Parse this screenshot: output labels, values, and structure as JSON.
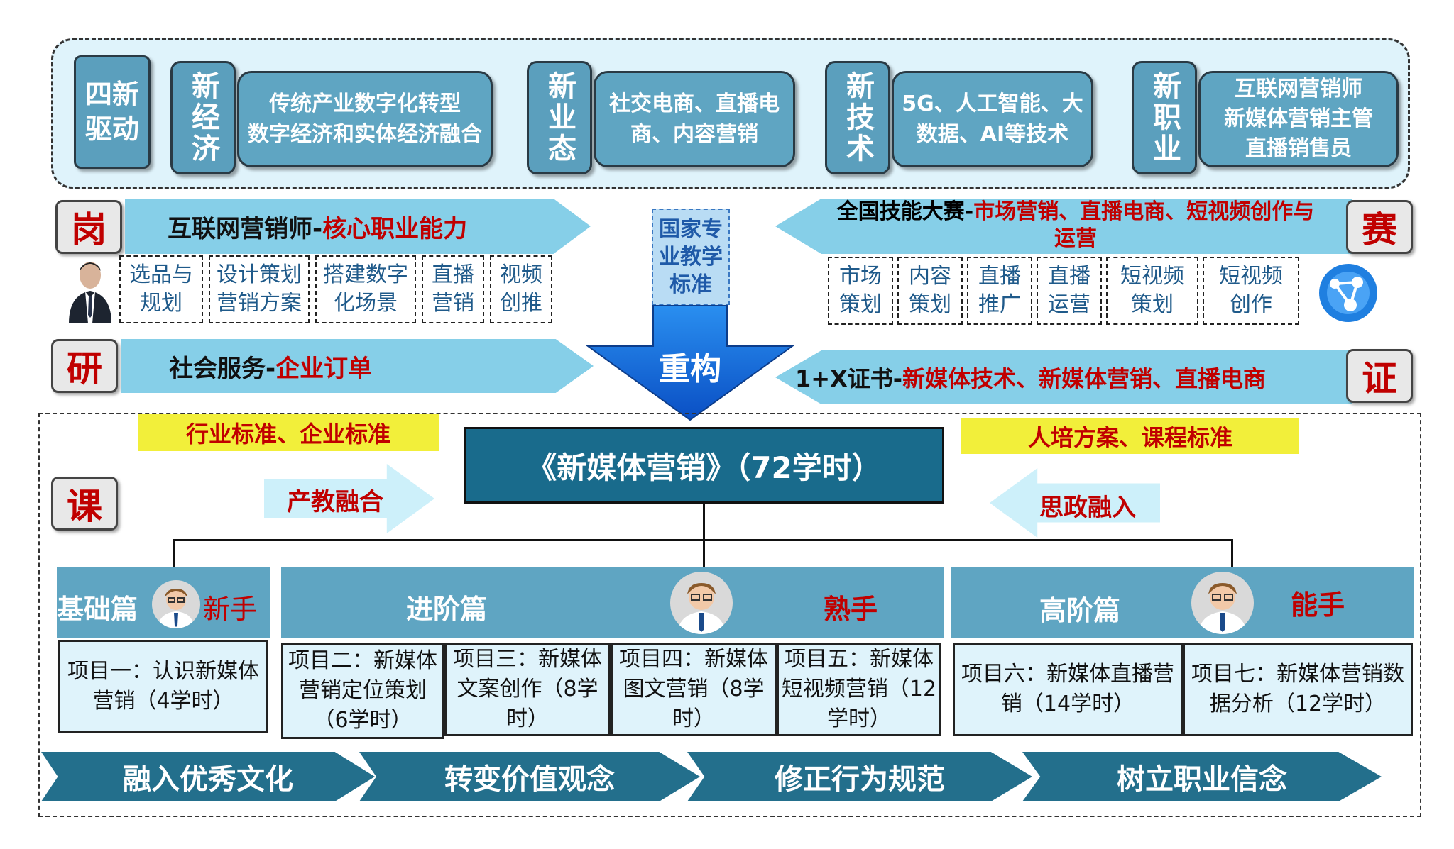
{
  "top": {
    "title": "四新驱动",
    "groups": [
      {
        "label": "新经济",
        "text": "传统产业数字化转型\n数字经济和实体经济融合"
      },
      {
        "label": "新业态",
        "text": "社交电商、直播电\n商、内容营销"
      },
      {
        "label": "新技术",
        "text": "5G、人工智能、大\n数据、AI等技术"
      },
      {
        "label": "新职业",
        "text": "互联网营销师\n新媒体营销主管\n直播销售员"
      }
    ]
  },
  "gang": {
    "badge": "岗",
    "title_black": "互联网营销师-",
    "title_red": "核心职业能力",
    "skills": [
      "选品与\n规划",
      "设计策划\n营销方案",
      "搭建数字\n化场景",
      "直播\n营销",
      "视频\n创推"
    ]
  },
  "sai": {
    "badge": "赛",
    "title_black": "全国技能大赛-",
    "title_red": "市场营销、直播电商、短视频创作与",
    "title_red2": "运营",
    "skills": [
      "市场\n策划",
      "内容\n策划",
      "直播\n推广",
      "直播\n运营",
      "短视频\n策划",
      "短视频\n创作"
    ]
  },
  "center": {
    "standard": "国家专\n业教学\n标准",
    "restructure": "重构"
  },
  "yan": {
    "badge": "研",
    "title_black": "社会服务-",
    "title_red": "企业订单"
  },
  "zheng": {
    "badge": "证",
    "title_black": "1+X证书-",
    "title_red": "新媒体技术、新媒体营销、直播电商"
  },
  "ke": {
    "badge": "课",
    "yellow_left": "行业标准、企业标准",
    "yellow_right": "人培方案、课程标准",
    "course_title": "《新媒体营销》（72学时）",
    "arrow_left": "产教融合",
    "arrow_right": "思政融入",
    "tiers": [
      {
        "name": "基础篇",
        "level": "新手"
      },
      {
        "name": "进阶篇",
        "level": "熟手"
      },
      {
        "name": "高阶篇",
        "level": "能手"
      }
    ],
    "projects": [
      "项目一：认识新媒体\n营销（4学时）",
      "项目二：新媒体\n营销定位策划\n（6学时）",
      "项目三：新媒体\n文案创作（8学\n时）",
      "项目四：新媒体\n图文营销（8学\n时）",
      "项目五：新媒体\n短视频营销（12\n学时）",
      "项目六：新媒体直播营\n销（14学时）",
      "项目七：新媒体营销数\n据分析（12学时）"
    ],
    "values": [
      "融入优秀文化",
      "转变价值观念",
      "修正行为规范",
      "树立职业信念"
    ]
  },
  "colors": {
    "accent_red": "#c00000",
    "teal_box": "#5fa5c2",
    "course_blue": "#196b8c",
    "arrow_light": "#86cfe8",
    "yellow": "#f2ef3a",
    "restructure_blue": "#1565d8"
  }
}
